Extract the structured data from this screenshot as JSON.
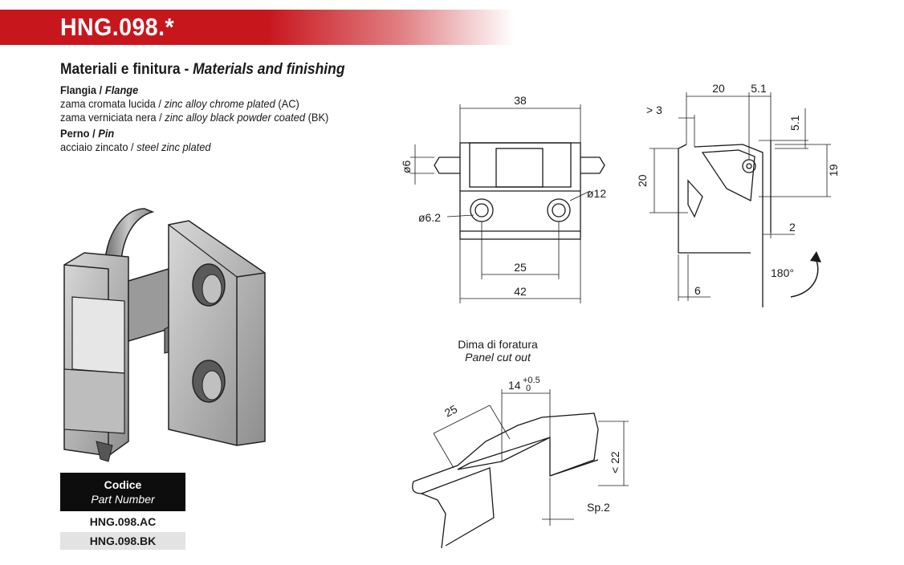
{
  "header": {
    "title": "HNG.098.*"
  },
  "specs": {
    "heading_it": "Materiali e finitura - ",
    "heading_en": "Materials and finishing",
    "flange": {
      "label_it": "Flangia / ",
      "label_en": "Flange",
      "line1_it": "zama cromata lucida / ",
      "line1_en": "zinc alloy chrome plated",
      "line1_code": " (AC)",
      "line2_it": "zama verniciata nera / ",
      "line2_en": "zinc alloy black powder coated",
      "line2_code": " (BK)"
    },
    "pin": {
      "label_it": "Perno / ",
      "label_en": "Pin",
      "line1_it": "acciaio zincato / ",
      "line1_en": "steel zinc plated"
    }
  },
  "part_table": {
    "header_it": "Codice",
    "header_en": "Part Number",
    "rows": [
      "HNG.098.AC",
      "HNG.098.BK"
    ]
  },
  "front_view": {
    "dim_top": "38",
    "dim_pin": "ø6",
    "dim_boss": "ø12",
    "dim_hole": "ø6.2",
    "dim_holes": "25",
    "dim_width": "42"
  },
  "side_view": {
    "dim_top": "20",
    "dim_offset": "5.1",
    "dim_offset_v": "5.1",
    "dim_gap": "> 3",
    "dim_height": "20",
    "dim_height_r": "19",
    "dim_thk": "2",
    "dim_bottom": "6",
    "rotation": "180°"
  },
  "cutout": {
    "caption_it": "Dima di foratura",
    "caption_en": "Panel cut out",
    "dim_depth": "25",
    "dim_width": "14",
    "tol_plus": "+0.5",
    "tol_zero": "0",
    "dim_height": "< 22",
    "dim_sp": "Sp.2"
  }
}
